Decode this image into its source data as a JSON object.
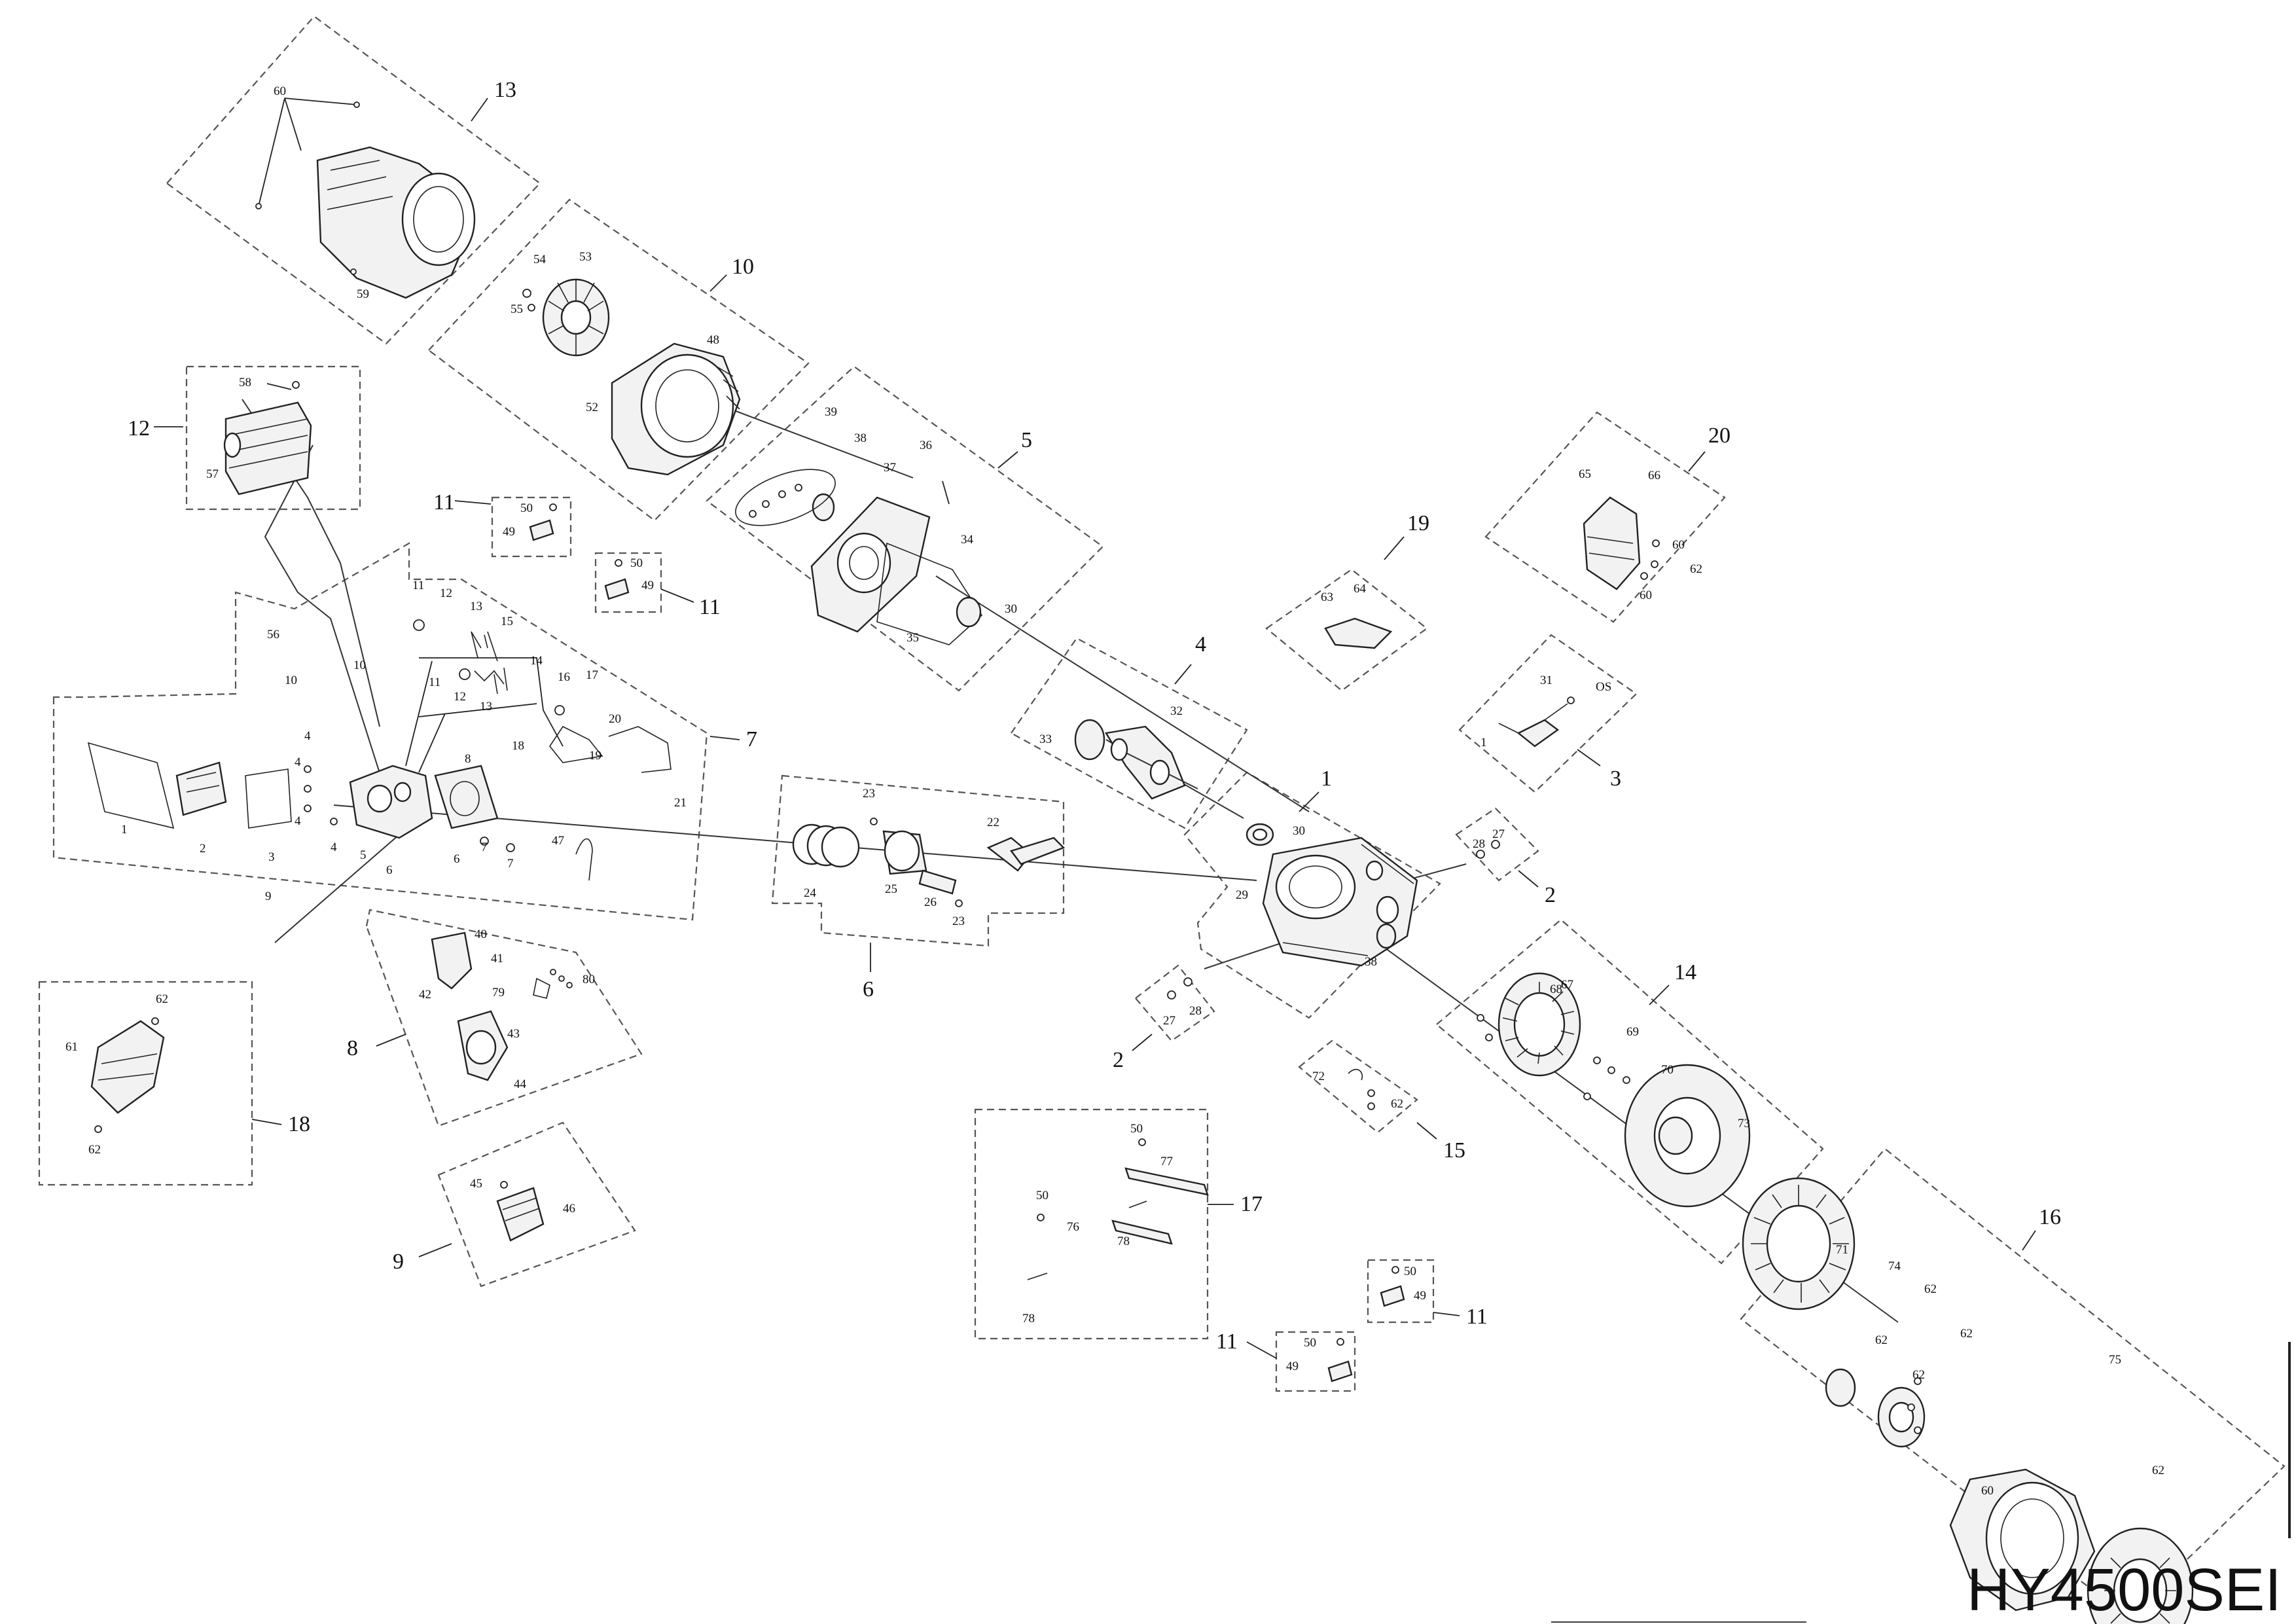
{
  "model": "HY4500SEI",
  "groups": [
    {
      "id": "g13",
      "label": "13"
    },
    {
      "id": "g10",
      "label": "10"
    },
    {
      "id": "g12",
      "label": "12"
    },
    {
      "id": "g11a",
      "label": "11"
    },
    {
      "id": "g11b",
      "label": "11"
    },
    {
      "id": "g11c",
      "label": "11"
    },
    {
      "id": "g11d",
      "label": "11"
    },
    {
      "id": "g5",
      "label": "5"
    },
    {
      "id": "g7",
      "label": "7"
    },
    {
      "id": "g6",
      "label": "6"
    },
    {
      "id": "g4",
      "label": "4"
    },
    {
      "id": "g1",
      "label": "1"
    },
    {
      "id": "g2a",
      "label": "2"
    },
    {
      "id": "g2b",
      "label": "2"
    },
    {
      "id": "g3",
      "label": "3"
    },
    {
      "id": "g19",
      "label": "19"
    },
    {
      "id": "g20",
      "label": "20"
    },
    {
      "id": "g14",
      "label": "14"
    },
    {
      "id": "g15",
      "label": "15"
    },
    {
      "id": "g16",
      "label": "16"
    },
    {
      "id": "g17",
      "label": "17"
    },
    {
      "id": "g18",
      "label": "18"
    },
    {
      "id": "g8",
      "label": "8"
    },
    {
      "id": "g9",
      "label": "9"
    }
  ],
  "parts": [
    "60",
    "59",
    "54",
    "53",
    "55",
    "48",
    "52",
    "58",
    "57",
    "50",
    "49",
    "50",
    "49",
    "39",
    "38",
    "37",
    "36",
    "34",
    "30",
    "35",
    "56",
    "10",
    "10",
    "11",
    "12",
    "13",
    "15",
    "14",
    "16",
    "17",
    "11",
    "12",
    "13",
    "18",
    "19",
    "20",
    "21",
    "4",
    "4",
    "4",
    "4",
    "8",
    "1",
    "2",
    "3",
    "5",
    "6",
    "6",
    "7",
    "7",
    "47",
    "9",
    "23",
    "22",
    "24",
    "25",
    "26",
    "23",
    "33",
    "32",
    "30",
    "29",
    "38",
    "28",
    "27",
    "27",
    "28",
    "65",
    "66",
    "60",
    "62",
    "60",
    "63",
    "64",
    "31",
    "OS",
    "1",
    "67",
    "68",
    "69",
    "70",
    "73",
    "72",
    "62",
    "71",
    "74",
    "62",
    "62",
    "62",
    "62",
    "75",
    "60",
    "62",
    "50",
    "77",
    "50",
    "76",
    "78",
    "78",
    "50",
    "49",
    "50",
    "49",
    "40",
    "41",
    "42",
    "79",
    "80",
    "43",
    "44",
    "45",
    "46",
    "62",
    "61",
    "62"
  ]
}
